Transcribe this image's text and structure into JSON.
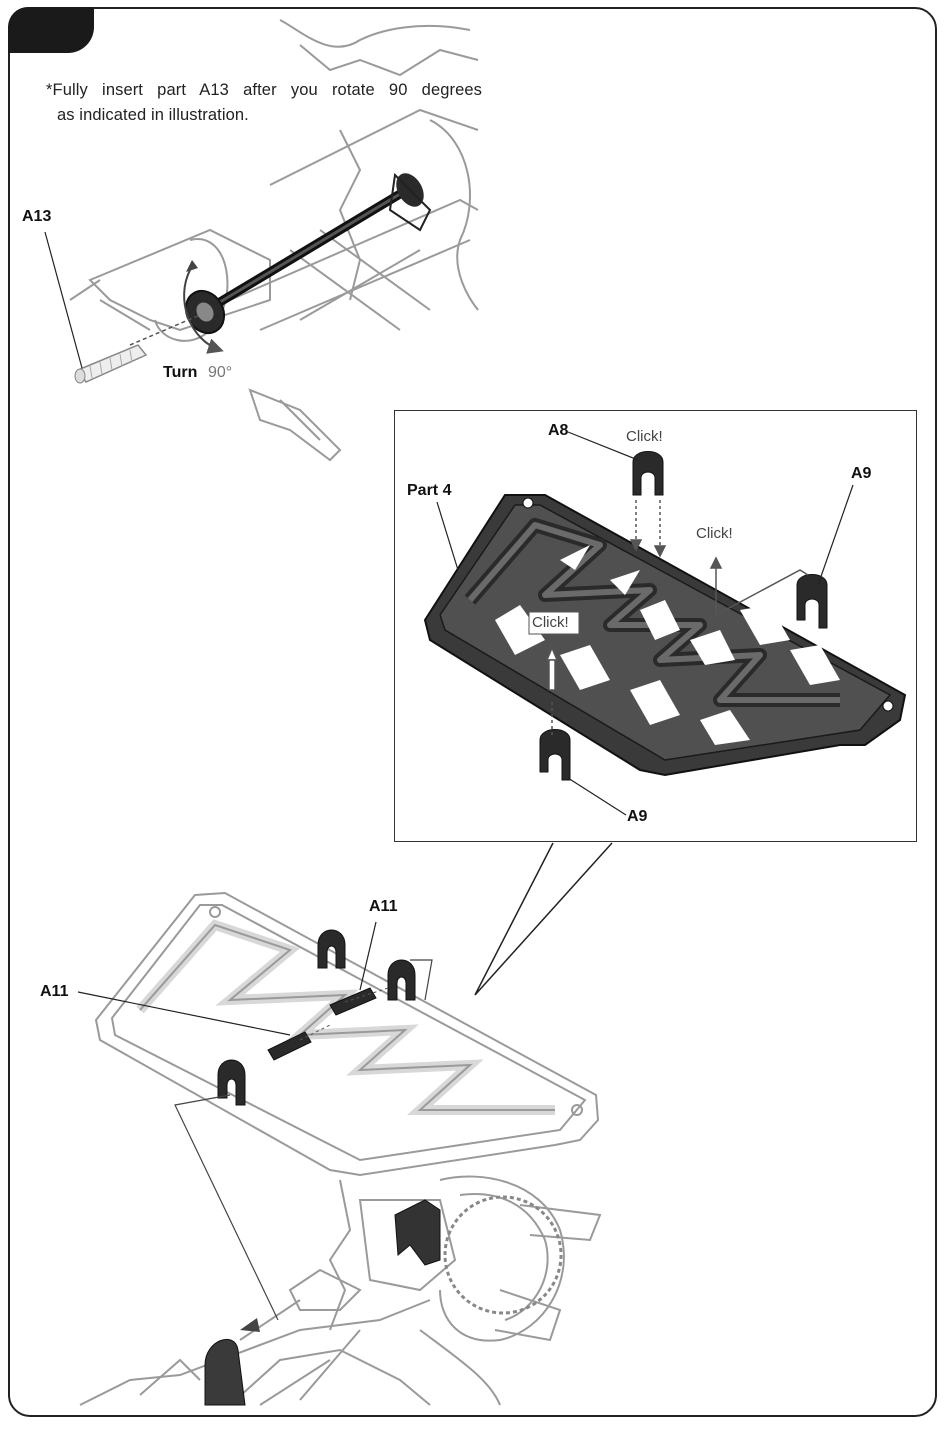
{
  "step": {
    "note_line1": "*Fully insert part A13 after you rotate 90 degrees",
    "note_line2": "as indicated in illustration."
  },
  "top_figure": {
    "part_label": "A13",
    "turn_text": "Turn",
    "turn_angle": "90°"
  },
  "detail_figure": {
    "label_a8": "A8",
    "click_1": "Click!",
    "label_a9_right": "A9",
    "part_label": "Part 4",
    "click_2": "Click!",
    "click_3": "Click!",
    "label_a9_bottom": "A9"
  },
  "bottom_figure": {
    "label_a11_upper": "A11",
    "label_a11_left": "A11"
  },
  "colors": {
    "line": "#222222",
    "light_line": "#9a9a9a",
    "dark_part": "#333333",
    "page": "#ffffff"
  }
}
